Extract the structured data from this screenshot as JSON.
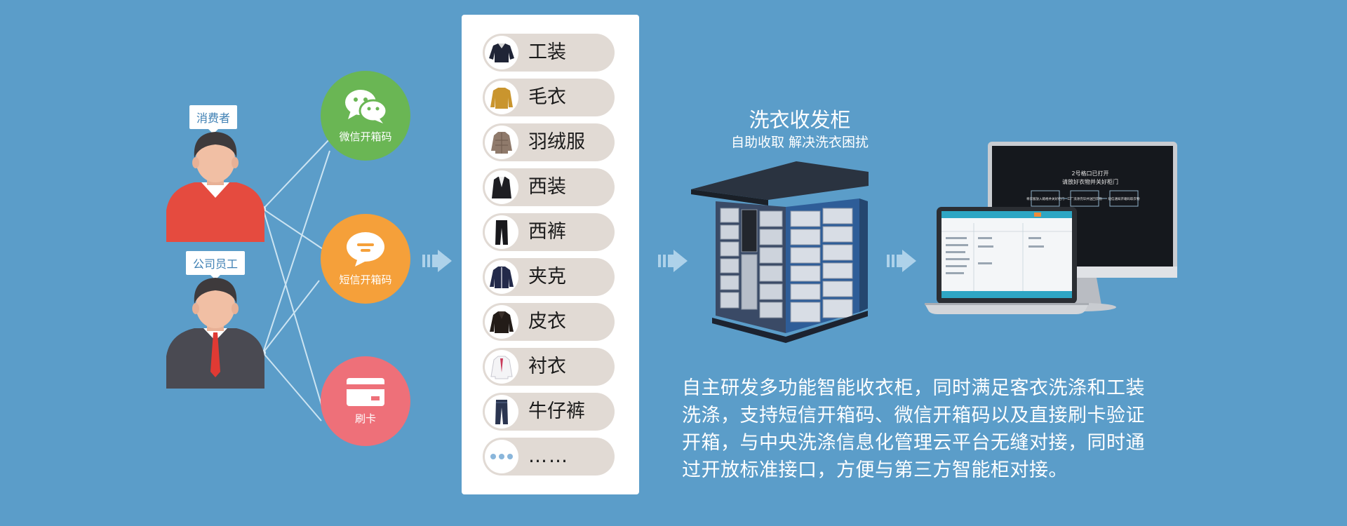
{
  "users": [
    {
      "label": "消费者",
      "shirt": "#e54b3f"
    },
    {
      "label": "公司员工",
      "shirt": "#4a4a52"
    }
  ],
  "methods": [
    {
      "label": "微信开箱码",
      "color": "#6ab654",
      "icon": "wechat-icon"
    },
    {
      "label": "短信开箱码",
      "color": "#f5a03a",
      "icon": "sms-icon"
    },
    {
      "label": "刷卡",
      "color": "#ee7079",
      "icon": "card-icon"
    }
  ],
  "clothes": [
    {
      "label": "工装",
      "icon": "workwear-icon"
    },
    {
      "label": "毛衣",
      "icon": "sweater-icon"
    },
    {
      "label": "羽绒服",
      "icon": "down-jacket-icon"
    },
    {
      "label": "西装",
      "icon": "suit-icon"
    },
    {
      "label": "西裤",
      "icon": "trousers-icon"
    },
    {
      "label": "夹克",
      "icon": "jacket-icon"
    },
    {
      "label": "皮衣",
      "icon": "leather-jacket-icon"
    },
    {
      "label": "衬衣",
      "icon": "shirt-icon"
    },
    {
      "label": "牛仔裤",
      "icon": "jeans-icon"
    },
    {
      "label": "……",
      "icon": "more-icon"
    }
  ],
  "cabinet": {
    "title": "洗衣收发柜",
    "subtitle": "自助收取 解决洗衣困扰"
  },
  "description": "自主研发多功能智能收衣柜，同时满足客衣洗涤和工装洗涤，支持短信开箱码、微信开箱码以及直接刷卡验证开箱，与中央洗涤信息化管理云平台无缝对接，同时通过开放标准接口，方便与第三方智能柜对接。",
  "monitor": {
    "line1": "2号格口已打开",
    "line2": "请放好衣物并关好柜门",
    "steps": [
      "将衣服放入箱格并关好柜门",
      "工厂洗涤完毕并送回衣物",
      "短信通知开箱码取衣物"
    ]
  },
  "colors": {
    "background": "#5b9dc9",
    "panel": "#ffffff",
    "pill": "#e1dad4"
  }
}
